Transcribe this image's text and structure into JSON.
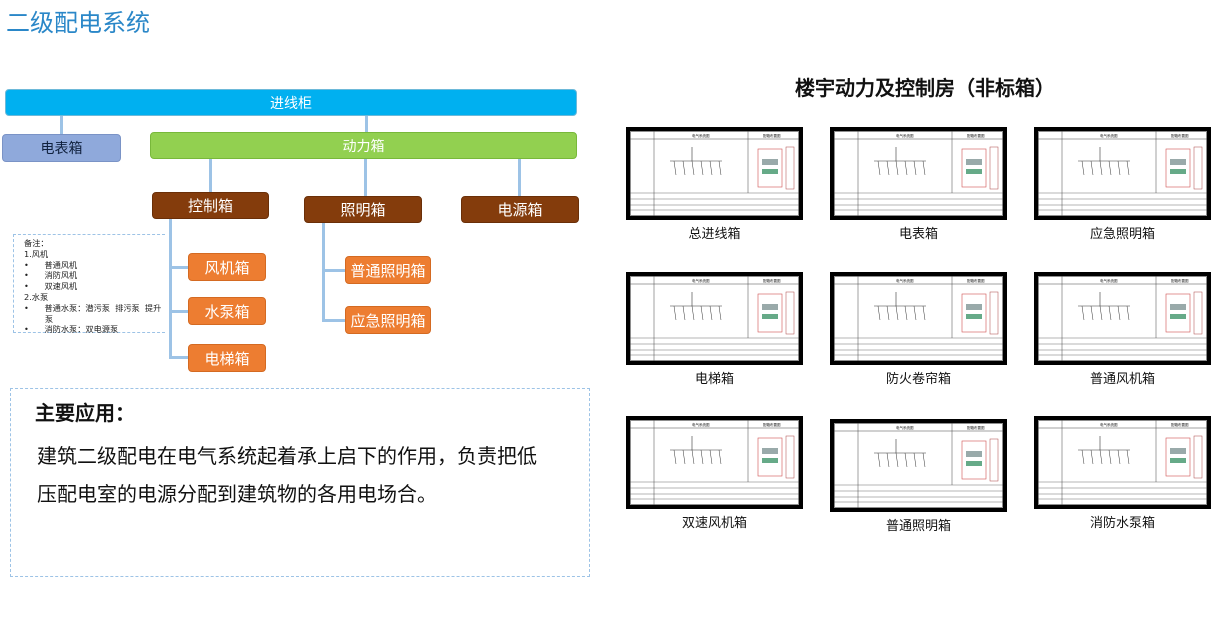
{
  "page_title": "二级配电系统",
  "tree": {
    "root": "进线柜",
    "meter": "电表箱",
    "power": "动力箱",
    "branches": [
      "控制箱",
      "照明箱",
      "电源箱"
    ],
    "control_children": [
      "风机箱",
      "水泵箱",
      "电梯箱"
    ],
    "lighting_children": [
      "普通照明箱",
      "应急照明箱"
    ]
  },
  "notes": {
    "title": "备注：",
    "lines": [
      "1.风机",
      "•      普通风机",
      "•      消防风机",
      "•      双速风机",
      "2.水泵",
      "•      普通水泵：潜污泵  排污泵  提升",
      "        泵",
      "•      消防水泵：双电源泵"
    ]
  },
  "application": {
    "heading": "主要应用：",
    "body": "建筑二级配电在电气系统起着承上启下的作用，负责把低压配电室的电源分配到建筑物的各用电场合。"
  },
  "right_title": "楼宇动力及控制房（非标箱）",
  "thumbnails": [
    {
      "caption": "总进线箱",
      "header_left": "电气系统图",
      "header_right": "配箱布置图"
    },
    {
      "caption": "电表箱",
      "header_left": "电气系统图",
      "header_right": "配箱布置图"
    },
    {
      "caption": "应急照明箱",
      "header_left": "电气系统图",
      "header_right": "配箱布置图"
    },
    {
      "caption": "电梯箱",
      "header_left": "电气系统图",
      "header_right": "配箱布置图"
    },
    {
      "caption": "防火卷帘箱",
      "header_left": "电气系统图",
      "header_right": "配箱布置图"
    },
    {
      "caption": "普通风机箱",
      "header_left": "电气系统图",
      "header_right": "配箱布置图"
    },
    {
      "caption": "双速风机箱",
      "header_left": "电气系统图",
      "header_right": "配箱布置图"
    },
    {
      "caption": "普通照明箱",
      "header_left": "电气系统图",
      "header_right": "配箱布置图"
    },
    {
      "caption": "消防水泵箱",
      "header_left": "电气系统图",
      "header_right": "配箱布置图"
    }
  ]
}
